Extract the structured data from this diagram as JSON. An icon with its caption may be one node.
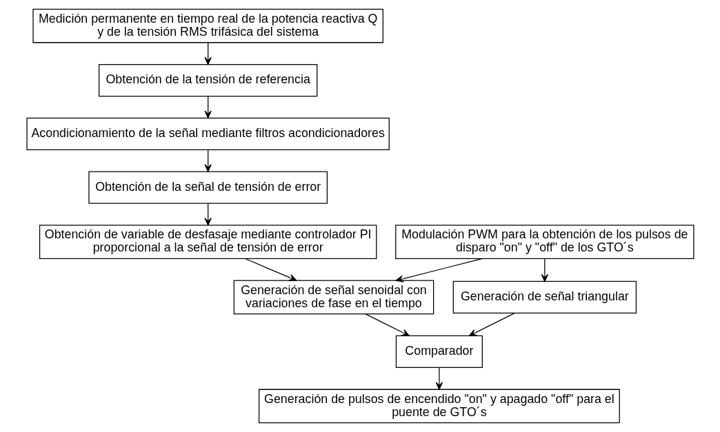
{
  "diagram": {
    "nodes": [
      {
        "text": [
          "Medición permanente en tiempo real de la potencia reactiva Q y de la tensión RMS trifásica del sistema"
        ]
      },
      {
        "text": [
          "Obtención de la tensión de referencia"
        ]
      },
      {
        "text": [
          "Acondicionamiento de la señal mediante filtros acondicionadores"
        ]
      },
      {
        "text": [
          "Obtención de la señal de tensión de error"
        ]
      },
      {
        "text": [
          "Obtención de variable de desfasaje mediante controlador PI proporcional a la señal de tensión de error"
        ]
      },
      {
        "text": [
          "Modulación PWM para la obtención de los pulsos de disparo \"on\" y \"off\" de los GTO´s"
        ]
      },
      {
        "text": [
          "Generación de señal senoidal con variaciones de fase en el tiempo"
        ]
      },
      {
        "text": [
          "Generación de señal triangular"
        ]
      },
      {
        "text": [
          "Comparador"
        ]
      },
      {
        "text": [
          "Generación de pulsos de encendido \"on\" y apagado \"off\" para el puente de GTO´s"
        ]
      }
    ],
    "edges": [
      {
        "from": 0,
        "to": 1,
        "arrow": "to"
      },
      {
        "from": 1,
        "to": 2,
        "arrow": "to"
      },
      {
        "from": 2,
        "to": 3,
        "arrow": "to"
      },
      {
        "from": 3,
        "to": 4,
        "arrow": "to"
      },
      {
        "from": 4,
        "to": 6,
        "arrow": "to"
      },
      {
        "from": 5,
        "to": 6,
        "arrow": "to"
      },
      {
        "from": 5,
        "to": 7,
        "arrow": "to"
      },
      {
        "from": 6,
        "to": 8,
        "arrow": "to"
      },
      {
        "from": 7,
        "to": 8,
        "arrow": "to"
      },
      {
        "from": 8,
        "to": 9,
        "arrow": "to"
      }
    ]
  }
}
